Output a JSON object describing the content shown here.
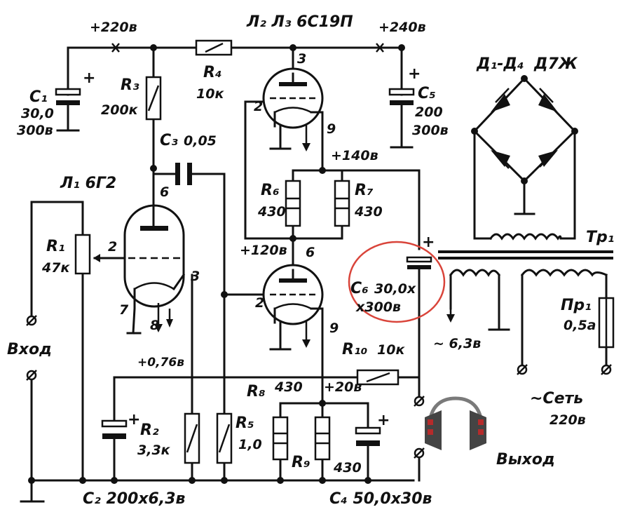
{
  "labels": {
    "top_220": "+220в",
    "top_240": "+240в",
    "lamps_top": "Л₂ Л₃ 6С19П",
    "c1_name": "C₁",
    "c1_val": "30,0",
    "c1_volt": "300в",
    "r3_name": "R₃",
    "r3_val": "200к",
    "r4_name": "R₄",
    "r4_val": "10к",
    "c3_name": "C₃",
    "c3_val": "0,05",
    "l2_pin3": "3",
    "l2_pin2": "2",
    "l2_pin9": "9",
    "c5_name": "C₅",
    "c5_val": "200",
    "c5_volt": "300в",
    "v140": "+140в",
    "r6_name": "R₆",
    "r6_val": "430",
    "r7_name": "R₇",
    "r7_val": "430",
    "l1_label": "Л₁ 6Г2",
    "l1_pin6": "6",
    "l1_pin2": "2",
    "l1_pin3": "3",
    "l1_pin7": "7",
    "l1_pin8": "8",
    "r1_name": "R₁",
    "r1_val": "47к",
    "v120": "+120в",
    "l3_pin6": "6",
    "l3_pin2": "2",
    "l3_pin9": "9",
    "c6_name": "C₆",
    "c6_val": "30,0x",
    "c6_volt": "x300в",
    "input_label": "Вход",
    "v076": "+0,76в",
    "r10_name": "R₁₀",
    "r10_val": "10к",
    "r8_name": "R₈",
    "r8_val": "430",
    "v20": "+20в",
    "r2_name": "R₂",
    "r2_val": "3,3к",
    "r5_name": "R₅",
    "r5_val": "1,0",
    "r9_name": "R₉",
    "r9_val": "430",
    "c2_label": "C₂ 200x6,3в",
    "c4_label": "C₄ 50,0x30в",
    "output_label": "Выход",
    "diodes_label": "Д₁-Д₄",
    "diode_type": "Д7Ж",
    "tr_label": "Тр₁",
    "v63": "~ 6,3в",
    "fuse_name": "Пр₁",
    "fuse_val": "0,5а",
    "mains_label": "~Сеть",
    "mains_volt": "220в",
    "plus": "+"
  },
  "colors": {
    "ink": "#111111",
    "highlight": "#d9443a",
    "headphone_band": "#7a7a7a",
    "headphone_cup": "#444444",
    "headphone_accent": "#b52b2b"
  },
  "icons": {
    "output": "headphones-icon"
  }
}
